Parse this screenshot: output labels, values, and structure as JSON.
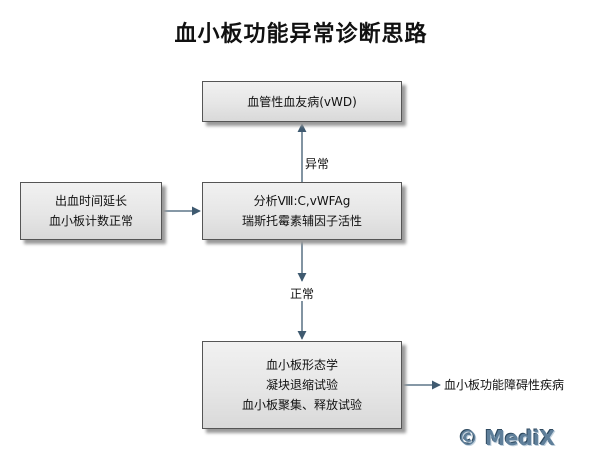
{
  "title": "血小板功能异常诊断思路",
  "nodes": {
    "top": {
      "lines": [
        "血管性血友病(vWD)"
      ]
    },
    "left": {
      "lines": [
        "出血时间延长",
        "血小板计数正常"
      ]
    },
    "center": {
      "lines": [
        "分析Ⅷ:C,vWFAg",
        "瑞斯托霉素辅因子活性"
      ]
    },
    "bottom": {
      "lines": [
        "血小板形态学",
        "凝块退缩试验",
        "血小板聚集、释放试验"
      ]
    }
  },
  "edge_labels": {
    "abnormal": "异常",
    "normal": "正常",
    "outcome": "血小板功能障碍性疾病"
  },
  "colors": {
    "arrow": "#3f5a70",
    "box_border": "#555555"
  },
  "watermark": "© MediX"
}
